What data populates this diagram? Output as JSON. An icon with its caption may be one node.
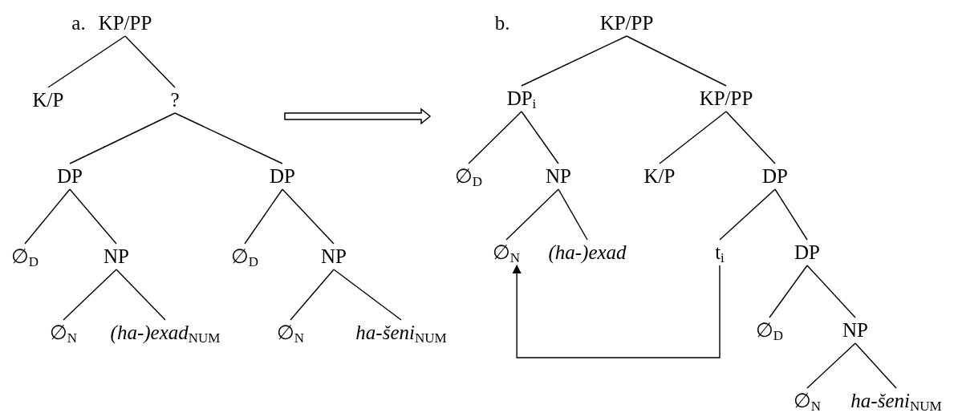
{
  "diagram": {
    "nodes": [
      {
        "text": [
          "KP/PP"
        ]
      },
      {
        "text": [
          "K/P"
        ]
      },
      {
        "text": [
          "?"
        ]
      },
      {
        "text": [
          "DP"
        ]
      },
      {
        "text": [
          "DP"
        ]
      },
      {
        "text": [
          "∅$_{D}$"
        ]
      },
      {
        "text": [
          "NP"
        ]
      },
      {
        "text": [
          "∅$_{D}$"
        ]
      },
      {
        "text": [
          "NP"
        ]
      },
      {
        "text": [
          "∅$_{N}$"
        ]
      },
      {
        "text": [
          "*(ha-)exad*$_{NUM}$"
        ]
      },
      {
        "text": [
          "∅$_{N}$"
        ]
      },
      {
        "text": [
          "*ha-šeni*$_{NUM}$"
        ]
      },
      {
        "text": [
          "KP/PP"
        ]
      },
      {
        "text": [
          "DP$_{i}$"
        ]
      },
      {
        "text": [
          "KP/PP"
        ]
      },
      {
        "text": [
          "∅$_{D}$"
        ]
      },
      {
        "text": [
          "NP"
        ]
      },
      {
        "text": [
          "K/P"
        ]
      },
      {
        "text": [
          "DP"
        ]
      },
      {
        "text": [
          "∅$_{N}$"
        ]
      },
      {
        "text": [
          "(ha-)exad"
        ]
      },
      {
        "text": [
          "t$_{i}$"
        ]
      },
      {
        "text": [
          "DP"
        ]
      },
      {
        "text": [
          "∅$_{D}$"
        ]
      },
      {
        "text": [
          "NP"
        ]
      },
      {
        "text": [
          "∅$_{N}$"
        ]
      },
      {
        "text": [
          "*ha-šeni*$_{NUM}$"
        ]
      }
    ],
    "edges": [
      {
        "from": 0,
        "to": 1,
        "arrow": "none"
      },
      {
        "from": 0,
        "to": 2,
        "arrow": "none"
      },
      {
        "from": 2,
        "to": 3,
        "arrow": "none"
      },
      {
        "from": 2,
        "to": 4,
        "arrow": "none"
      },
      {
        "from": 3,
        "to": 5,
        "arrow": "none"
      },
      {
        "from": 3,
        "to": 6,
        "arrow": "none"
      },
      {
        "from": 6,
        "to": 9,
        "arrow": "none"
      },
      {
        "from": 6,
        "to": 10,
        "arrow": "none"
      },
      {
        "from": 4,
        "to": 7,
        "arrow": "none"
      },
      {
        "from": 4,
        "to": 8,
        "arrow": "none"
      },
      {
        "from": 8,
        "to": 11,
        "arrow": "none"
      },
      {
        "from": 8,
        "to": 12,
        "arrow": "none"
      },
      {
        "from": 13,
        "to": 14,
        "arrow": "none"
      },
      {
        "from": 13,
        "to": 15,
        "arrow": "none"
      },
      {
        "from": 14,
        "to": 16,
        "arrow": "none"
      },
      {
        "from": 14,
        "to": 17,
        "arrow": "none"
      },
      {
        "from": 17,
        "to": 20,
        "arrow": "none"
      },
      {
        "from": 17,
        "to": 21,
        "arrow": "none"
      },
      {
        "from": 15,
        "to": 18,
        "arrow": "none"
      },
      {
        "from": 15,
        "to": 19,
        "arrow": "none"
      },
      {
        "from": 19,
        "to": 22,
        "arrow": "none"
      },
      {
        "from": 19,
        "to": 23,
        "arrow": "none"
      },
      {
        "from": 23,
        "to": 24,
        "arrow": "none"
      },
      {
        "from": 23,
        "to": 25,
        "arrow": "none"
      },
      {
        "from": 25,
        "to": 26,
        "arrow": "none"
      },
      {
        "from": 25,
        "to": 27,
        "arrow": "none"
      },
      {
        "from": 22,
        "to": 20,
        "arrow": "to"
      }
    ],
    "labels": [
      "a.",
      "b."
    ]
  }
}
